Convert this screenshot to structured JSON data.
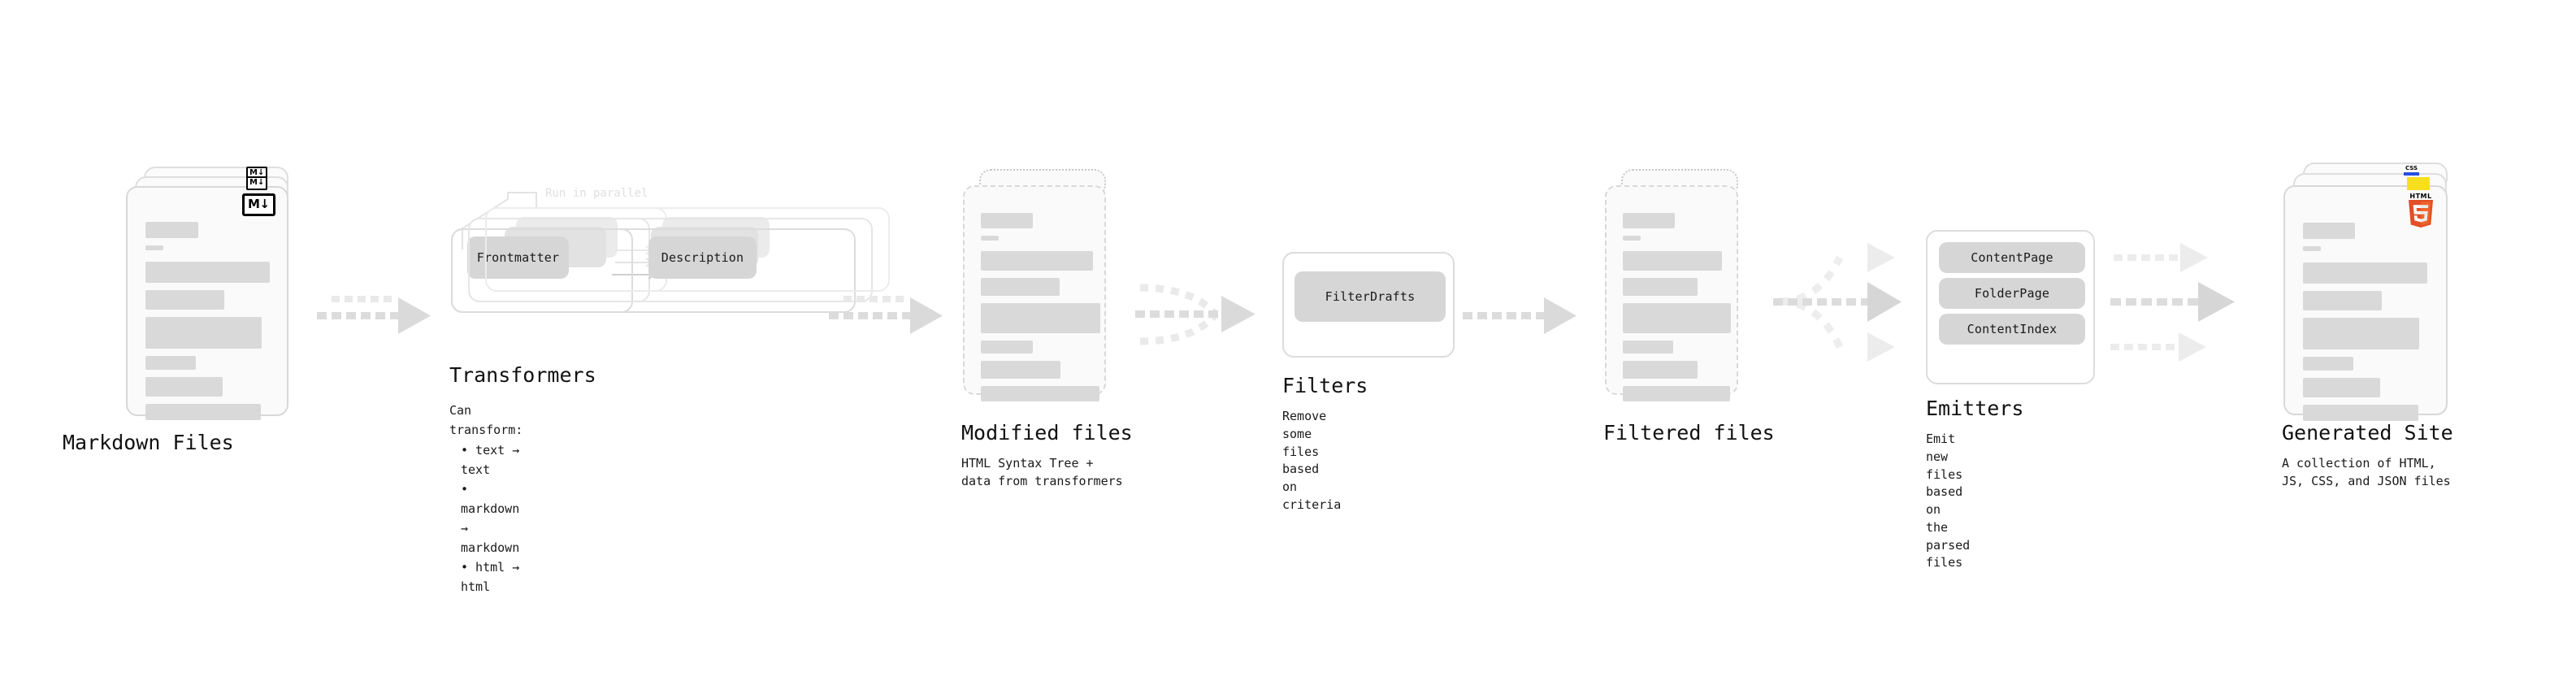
{
  "diagram": {
    "title_hidden": "",
    "stages": [
      {
        "id": "markdown-files",
        "title": "Markdown Files",
        "description": "",
        "badge": "M↓"
      },
      {
        "id": "transformers",
        "title": "Transformers",
        "annotation": "Run in parallel",
        "items": [
          "Frontmatter",
          "Description"
        ],
        "bullets_head": "Can transform:",
        "bullets": [
          "• text → text",
          "• markdown → markdown",
          "• html → html"
        ]
      },
      {
        "id": "modified-files",
        "title": "Modified files",
        "description": "HTML Syntax Tree +\ndata from transformers"
      },
      {
        "id": "filters",
        "title": "Filters",
        "items": [
          "FilterDrafts"
        ],
        "description": "Remove some files based\non criteria"
      },
      {
        "id": "filtered-files",
        "title": "Filtered files",
        "description": ""
      },
      {
        "id": "emitters",
        "title": "Emitters",
        "items": [
          "ContentPage",
          "FolderPage",
          "ContentIndex"
        ],
        "description": "Emit new files based on\nthe parsed files"
      },
      {
        "id": "generated-site",
        "title": "Generated Site",
        "description": "A collection of HTML,\nJS, CSS, and JSON files",
        "badges": [
          "CSS",
          "JS",
          "HTML5"
        ]
      }
    ],
    "colors": {
      "background": "#ffffff",
      "card_fill": "#fafafa",
      "card_border": "#dedede",
      "line_fill": "#d9d9d9",
      "pill_fill": "#d6d6d6",
      "arrow": "#dcdcdc",
      "arrow_strong": "#d4d4d4",
      "text": "#111111",
      "muted": "#e0e0e0",
      "html5_orange": "#e34f26",
      "js_yellow": "#f7df1e",
      "css_blue": "#264de4"
    }
  }
}
